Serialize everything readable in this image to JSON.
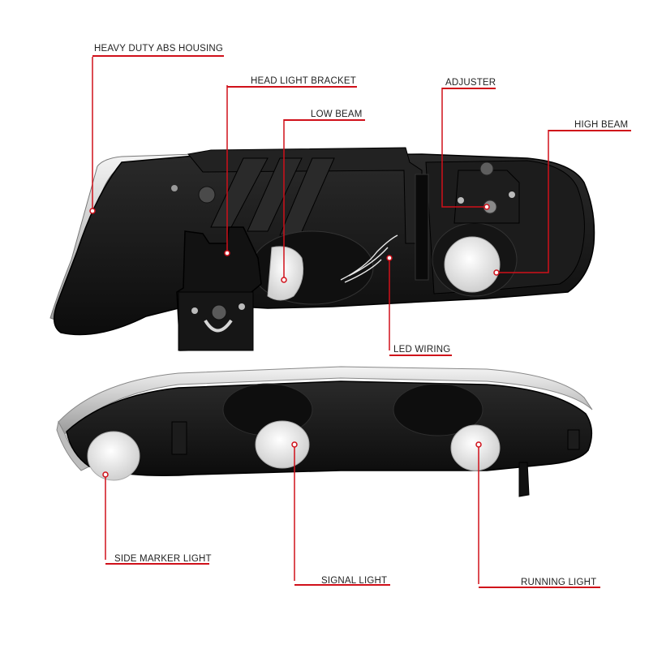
{
  "callouts": {
    "abs_housing": "HEAVY DUTY ABS HOUSING",
    "bracket": "HEAD LIGHT BRACKET",
    "low_beam": "LOW BEAM",
    "adjuster": "ADJUSTER",
    "high_beam": "HIGH BEAM",
    "led_wiring": "LED WIRING",
    "side_marker": "SIDE MARKER LIGHT",
    "signal": "SIGNAL LIGHT",
    "running": "RUNNING LIGHT"
  },
  "colors": {
    "leader": "#d0101a",
    "housing": "#141414",
    "housing_edge": "#2c2c2c",
    "bulb": "#ececec",
    "chrome": "#cfcfcf"
  }
}
